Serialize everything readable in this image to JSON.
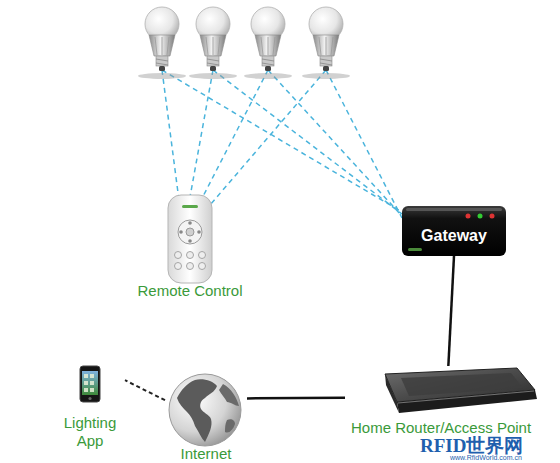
{
  "diagram": {
    "nodes": [
      {
        "text": [
          "Remote Control"
        ]
      },
      {
        "text": [
          "Gateway"
        ]
      },
      {
        "text": [
          "Lighting App"
        ]
      },
      {
        "text": [
          "Internet"
        ]
      },
      {
        "text": [
          "Home Router/Access Point"
        ]
      }
    ],
    "edges": [
      {
        "from": 1,
        "to": 4,
        "arrow": "none"
      },
      {
        "from": 4,
        "to": 3,
        "arrow": "none"
      },
      {
        "from": 3,
        "to": 2,
        "arrow": "none"
      }
    ],
    "labels": [
      "RFID世界网",
      "www.RfidWorld.com.cn"
    ]
  }
}
